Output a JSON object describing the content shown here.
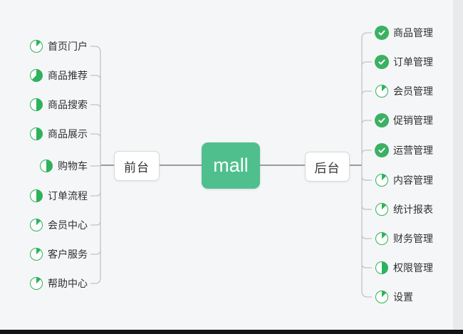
{
  "page": {
    "background_color": "#f5f6f7",
    "right_band_color": "#e9eaeb",
    "bottom_bar_color": "#141414"
  },
  "mindmap": {
    "root": {
      "label": "mall",
      "color": "#4fc08d",
      "text_color": "#ffffff"
    },
    "left_branch": {
      "label": "前台",
      "children": [
        {
          "label": "首页门户",
          "icon": "progress-1-8"
        },
        {
          "label": "商品推荐",
          "icon": "progress-5-8"
        },
        {
          "label": "商品搜索",
          "icon": "progress-1-2"
        },
        {
          "label": "商品展示",
          "icon": "progress-1-2"
        },
        {
          "label": "购物车",
          "icon": "progress-1-2",
          "indent": true
        },
        {
          "label": "订单流程",
          "icon": "progress-1-2"
        },
        {
          "label": "会员中心",
          "icon": "progress-1-8"
        },
        {
          "label": "客户服务",
          "icon": "progress-1-8"
        },
        {
          "label": "帮助中心",
          "icon": "progress-1-8"
        }
      ]
    },
    "right_branch": {
      "label": "后台",
      "children": [
        {
          "label": "商品管理",
          "icon": "check"
        },
        {
          "label": "订单管理",
          "icon": "check"
        },
        {
          "label": "会员管理",
          "icon": "progress-1-8"
        },
        {
          "label": "促销管理",
          "icon": "check"
        },
        {
          "label": "运营管理",
          "icon": "check"
        },
        {
          "label": "内容管理",
          "icon": "progress-1-8"
        },
        {
          "label": "统计报表",
          "icon": "progress-1-8"
        },
        {
          "label": "财务管理",
          "icon": "progress-1-8"
        },
        {
          "label": "权限管理",
          "icon": "progress-1-2"
        },
        {
          "label": "设置",
          "icon": "progress-1-8"
        }
      ]
    },
    "icon_colors": {
      "progress_green": "#2eb25b",
      "check_green": "#3bb163"
    },
    "connector_colors": {
      "bracket": "#c2c3c4",
      "spine": "#9a9b9c"
    }
  }
}
